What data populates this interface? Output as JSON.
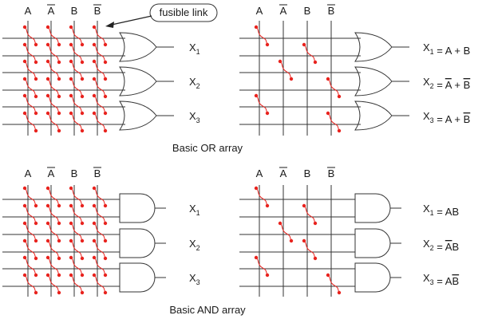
{
  "colors": {
    "wire": "#333333",
    "fuse": "#e8231e",
    "background": "#ffffff"
  },
  "callout": {
    "label": "fusible link"
  },
  "columns": [
    {
      "letter": "A",
      "bar": false
    },
    {
      "letter": "A",
      "bar": true
    },
    {
      "letter": "B",
      "bar": false
    },
    {
      "letter": "B",
      "bar": true
    }
  ],
  "captions": {
    "or_array": "Basic OR array",
    "and_array": "Basic AND array"
  },
  "panels": [
    {
      "id": "or-unprogrammed",
      "gate": "or",
      "programmed": false,
      "outputs": [
        {
          "name": "X",
          "sub": "1",
          "expr": []
        },
        {
          "name": "X",
          "sub": "2",
          "expr": []
        },
        {
          "name": "X",
          "sub": "3",
          "expr": []
        }
      ]
    },
    {
      "id": "or-programmed",
      "gate": "or",
      "programmed": true,
      "outputs": [
        {
          "name": "X",
          "sub": "1",
          "fuses": [
            0,
            2
          ],
          "expr": [
            {
              "t": " = "
            },
            {
              "t": "A"
            },
            {
              "t": " + "
            },
            {
              "t": "B"
            }
          ]
        },
        {
          "name": "X",
          "sub": "2",
          "fuses": [
            1,
            3
          ],
          "expr": [
            {
              "t": " = "
            },
            {
              "t": "A",
              "bar": true
            },
            {
              "t": " + "
            },
            {
              "t": "B",
              "bar": true
            }
          ]
        },
        {
          "name": "X",
          "sub": "3",
          "fuses": [
            0,
            3
          ],
          "expr": [
            {
              "t": " = "
            },
            {
              "t": "A"
            },
            {
              "t": " + "
            },
            {
              "t": "B",
              "bar": true
            }
          ]
        }
      ]
    },
    {
      "id": "and-unprogrammed",
      "gate": "and",
      "programmed": false,
      "outputs": [
        {
          "name": "X",
          "sub": "1",
          "expr": []
        },
        {
          "name": "X",
          "sub": "2",
          "expr": []
        },
        {
          "name": "X",
          "sub": "3",
          "expr": []
        }
      ]
    },
    {
      "id": "and-programmed",
      "gate": "and",
      "programmed": true,
      "outputs": [
        {
          "name": "X",
          "sub": "1",
          "fuses": [
            0,
            2
          ],
          "expr": [
            {
              "t": " = "
            },
            {
              "t": "A"
            },
            {
              "t": "B"
            }
          ]
        },
        {
          "name": "X",
          "sub": "2",
          "fuses": [
            1,
            2
          ],
          "expr": [
            {
              "t": " = "
            },
            {
              "t": "A",
              "bar": true
            },
            {
              "t": "B"
            }
          ]
        },
        {
          "name": "X",
          "sub": "3",
          "fuses": [
            0,
            3
          ],
          "expr": [
            {
              "t": " = "
            },
            {
              "t": "A"
            },
            {
              "t": "B",
              "bar": true
            }
          ]
        }
      ]
    }
  ]
}
